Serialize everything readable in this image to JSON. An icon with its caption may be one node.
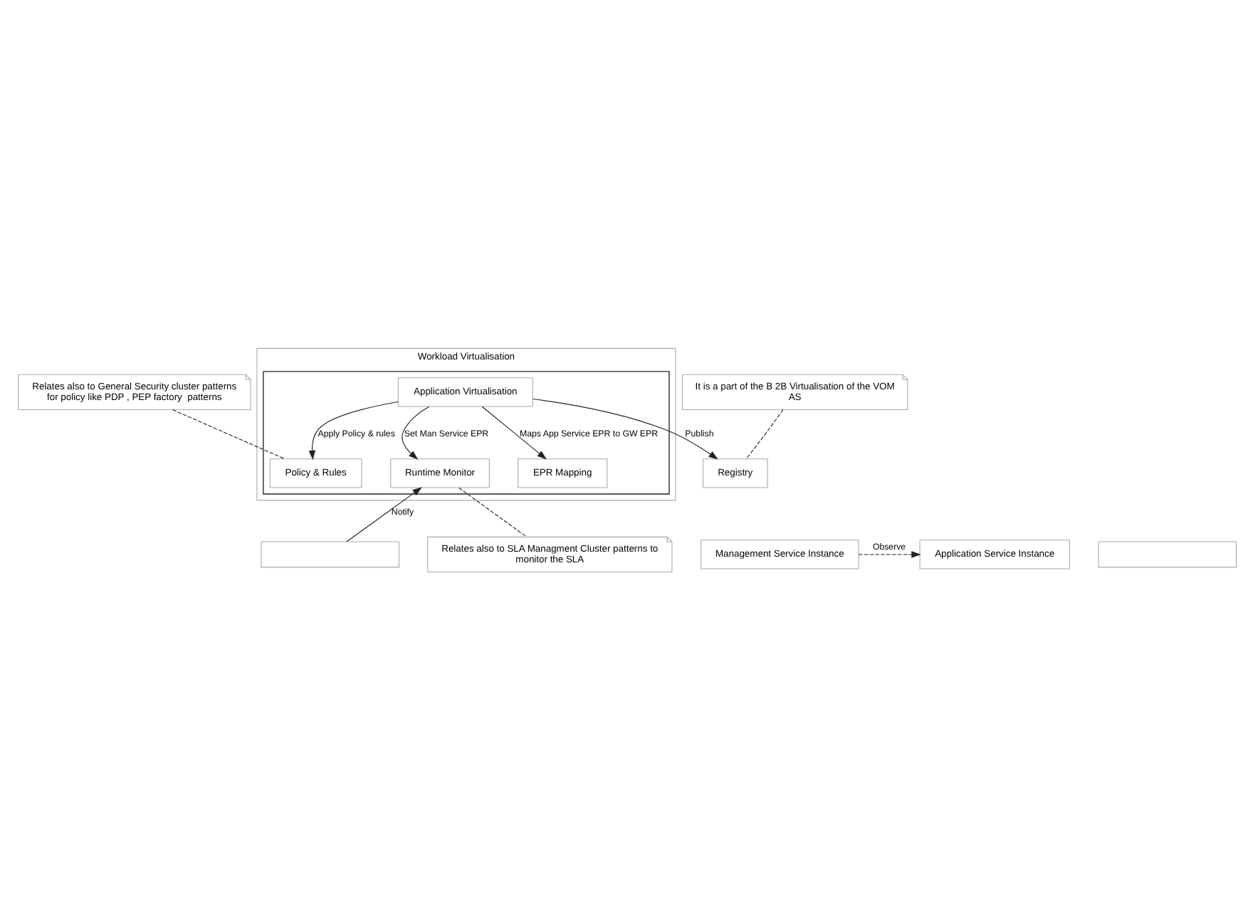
{
  "diagram": {
    "nodes": [
      {
        "text": [
          "Relates also to General Security cluster patterns for policy like PDP , PEP factory  patterns"
        ]
      },
      {
        "text": [
          "It is a part of the B 2B Virtualisation of the VOM AS"
        ]
      },
      {
        "text": [
          "Workload Virtualisation"
        ]
      },
      {
        "text": [],
        "shape": "box",
        "in": 2
      },
      {
        "text": [
          "Application Virtualisation"
        ],
        "in": 3
      },
      {
        "text": [
          "Registry"
        ]
      },
      {
        "text": [
          "Policy & Rules"
        ],
        "in": 3
      },
      {
        "text": [
          "Runtime Monitor"
        ],
        "in": 3
      },
      {
        "text": [
          "EPR Mapping"
        ],
        "in": 3
      },
      {
        "text": [
          "Application Service Instance"
        ]
      },
      {
        "text": [],
        "shape": "box"
      },
      {
        "text": [],
        "shape": "box"
      },
      {
        "text": [
          "Management Service Instance"
        ]
      },
      {
        "text": [
          "Relates also to SLA Managment Cluster patterns to monitor the SLA"
        ]
      }
    ],
    "edges": [
      {
        "from": 0,
        "to": 6,
        "arrow": "none",
        "style": "dashed"
      },
      {
        "from": 1,
        "to": 5,
        "arrow": "none",
        "style": "dashed"
      },
      {
        "from": 4,
        "to": 5,
        "arrow": "to",
        "label": "Publish"
      },
      {
        "from": 4,
        "to": 6,
        "arrow": "to",
        "label": "Apply Policy & rules"
      },
      {
        "from": 4,
        "to": 7,
        "arrow": "to",
        "label": "Set Man Service EPR"
      },
      {
        "from": 4,
        "to": 8,
        "arrow": "to",
        "label": "Maps App Service EPR to GW EPR"
      },
      {
        "from": 10,
        "to": 7,
        "arrow": "to",
        "label": "Notify"
      },
      {
        "from": 12,
        "to": 9,
        "arrow": "to",
        "label": "Observe",
        "style": "dashed"
      },
      {
        "from": 13,
        "to": 7,
        "arrow": "none",
        "style": "dashed"
      }
    ]
  }
}
